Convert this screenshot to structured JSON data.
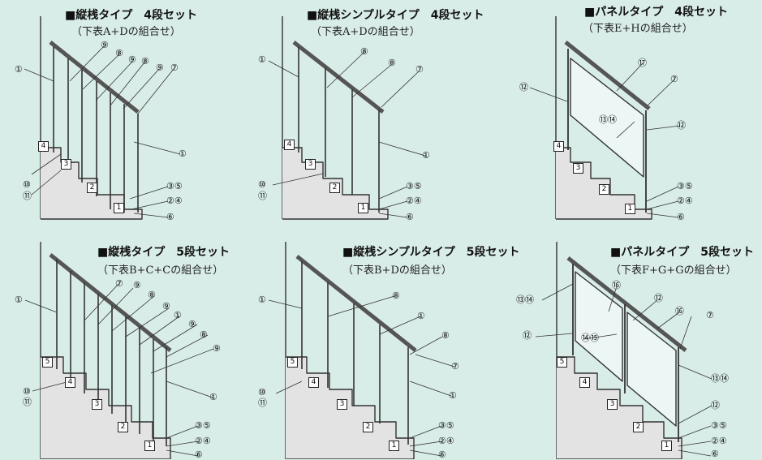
{
  "panels": [
    {
      "title": "■縦桟タイプ　4段セット",
      "subtitle": "（下表A+Dの組合せ）",
      "labels": [
        "①",
        "⑨",
        "⑧",
        "⑨",
        "⑧",
        "⑨",
        "⑦",
        "①",
        "⑩",
        "⑪",
        "③⑤",
        "②④",
        "⑥"
      ],
      "steps": [
        "1",
        "2",
        "3",
        "4"
      ]
    },
    {
      "title": "■縦桟シンプルタイプ　4段セット",
      "subtitle": "（下表A+Dの組合せ）",
      "labels": [
        "①",
        "⑧",
        "⑧",
        "⑦",
        "①",
        "⑩",
        "⑪",
        "③⑤",
        "②④",
        "⑥"
      ],
      "steps": [
        "1",
        "2",
        "3",
        "4"
      ]
    },
    {
      "title": "■パネルタイプ　4段セット",
      "subtitle": "（下表E+Hの組合せ）",
      "labels": [
        "⑫",
        "⑰",
        "⑦",
        "⑬⑭",
        "⑫",
        "③⑤",
        "②④",
        "⑥"
      ],
      "steps": [
        "1",
        "2",
        "3",
        "4"
      ]
    },
    {
      "title": "■縦桟タイプ　5段セット",
      "subtitle": "（下表B+C+Cの組合せ）",
      "labels": [
        "①",
        "⑦",
        "⑨",
        "⑧",
        "⑨",
        "①",
        "⑨",
        "⑧",
        "⑨",
        "①",
        "⑩",
        "⑪",
        "③⑤",
        "②④",
        "⑥"
      ],
      "steps": [
        "1",
        "2",
        "3",
        "4",
        "5"
      ]
    },
    {
      "title": "■縦桟シンプルタイプ　5段セット",
      "subtitle": "（下表B+Dの組合せ）",
      "labels": [
        "①",
        "⑧",
        "①",
        "⑧",
        "⑦",
        "①",
        "⑩",
        "⑪",
        "③⑤",
        "②④",
        "⑥"
      ],
      "steps": [
        "1",
        "2",
        "3",
        "4",
        "5"
      ]
    },
    {
      "title": "■パネルタイプ　5段セット",
      "subtitle": "（下表F+G+Gの組合せ）",
      "labels": [
        "⑬⑭",
        "⑯",
        "⑫",
        "⑯",
        "⑦",
        "⑫",
        "⑭⑮",
        "⑬⑭",
        "⑫",
        "③⑤",
        "②④",
        "⑥"
      ],
      "steps": [
        "1",
        "2",
        "3",
        "4",
        "5"
      ]
    }
  ]
}
